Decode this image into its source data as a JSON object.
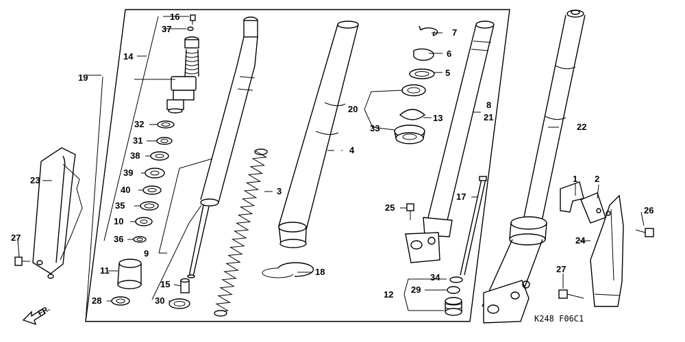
{
  "callouts": {
    "p1": "1",
    "p2": "2",
    "p3": "3",
    "p4": "4",
    "p5": "5",
    "p6": "6",
    "p7": "7",
    "p8": "8",
    "p9": "9",
    "p10": "10",
    "p11": "11",
    "p12": "12",
    "p13": "13",
    "p14": "14",
    "p15": "15",
    "p16": "16",
    "p17": "17",
    "p18": "18",
    "p19": "19",
    "p20": "20",
    "p21": "21",
    "p22": "22",
    "p23": "23",
    "p24": "24",
    "p25": "25",
    "p26": "26",
    "p27a": "27",
    "p27b": "27",
    "p28": "28",
    "p29": "29",
    "p30": "30",
    "p31": "31",
    "p32": "32",
    "p33": "33",
    "p34": "34",
    "p35": "35",
    "p36": "36",
    "p37": "37",
    "p38": "38",
    "p39": "39",
    "p40": "40"
  },
  "direction_label": "FR.",
  "diagram_code": "K248  F06C1"
}
